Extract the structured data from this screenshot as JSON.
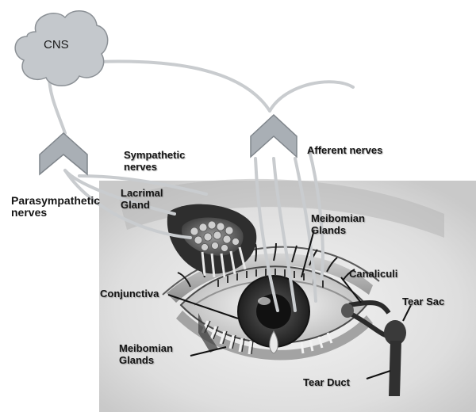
{
  "labels": {
    "cns": "CNS",
    "sympathetic": [
      "Sympathetic",
      "nerves"
    ],
    "afferent": "Afferent nerves",
    "parasympathetic": [
      "Parasympathetic",
      "nerves"
    ],
    "lacrimal": [
      "Lacrimal",
      "Gland"
    ],
    "meibomian_upper": [
      "Meibomian",
      "Glands"
    ],
    "canaliculi": "Canaliculi",
    "tear_sac": "Tear Sac",
    "conjunctiva": "Conjunctiva",
    "meibomian_lower": [
      "Meibomian",
      "Glands"
    ],
    "tear_duct": "Tear Duct"
  },
  "icons": [
    "cloud-shape",
    "chevron-up-icon",
    "chevron-up-icon",
    "eye-illustration"
  ],
  "colors": {
    "cloud_fill": "#c4c8cc",
    "chevron_fill": "#a9afb5",
    "nerve_line": "#c9cccf",
    "text": "#151515"
  }
}
